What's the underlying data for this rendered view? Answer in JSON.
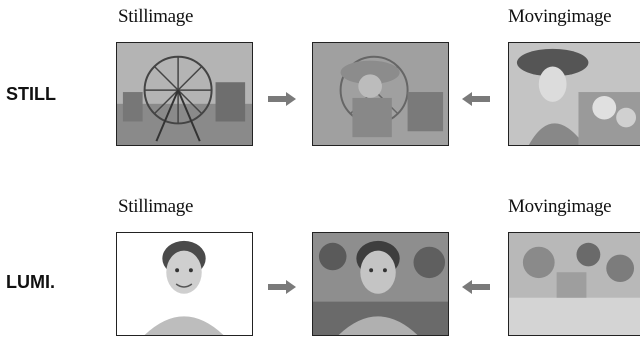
{
  "row_still": {
    "mode_label": "STILL",
    "caption_left": "Stillimage",
    "caption_right": "Movingimage"
  },
  "row_lumi": {
    "mode_label": "LUMI.",
    "caption_left": "Stillimage",
    "caption_right": "Movingimage"
  },
  "icons": {
    "arrow_right": "arrow-right-icon",
    "arrow_left": "arrow-left-icon"
  },
  "colors": {
    "text": "#111111",
    "arrow": "#7a7a7a",
    "frame_border": "#222222"
  }
}
